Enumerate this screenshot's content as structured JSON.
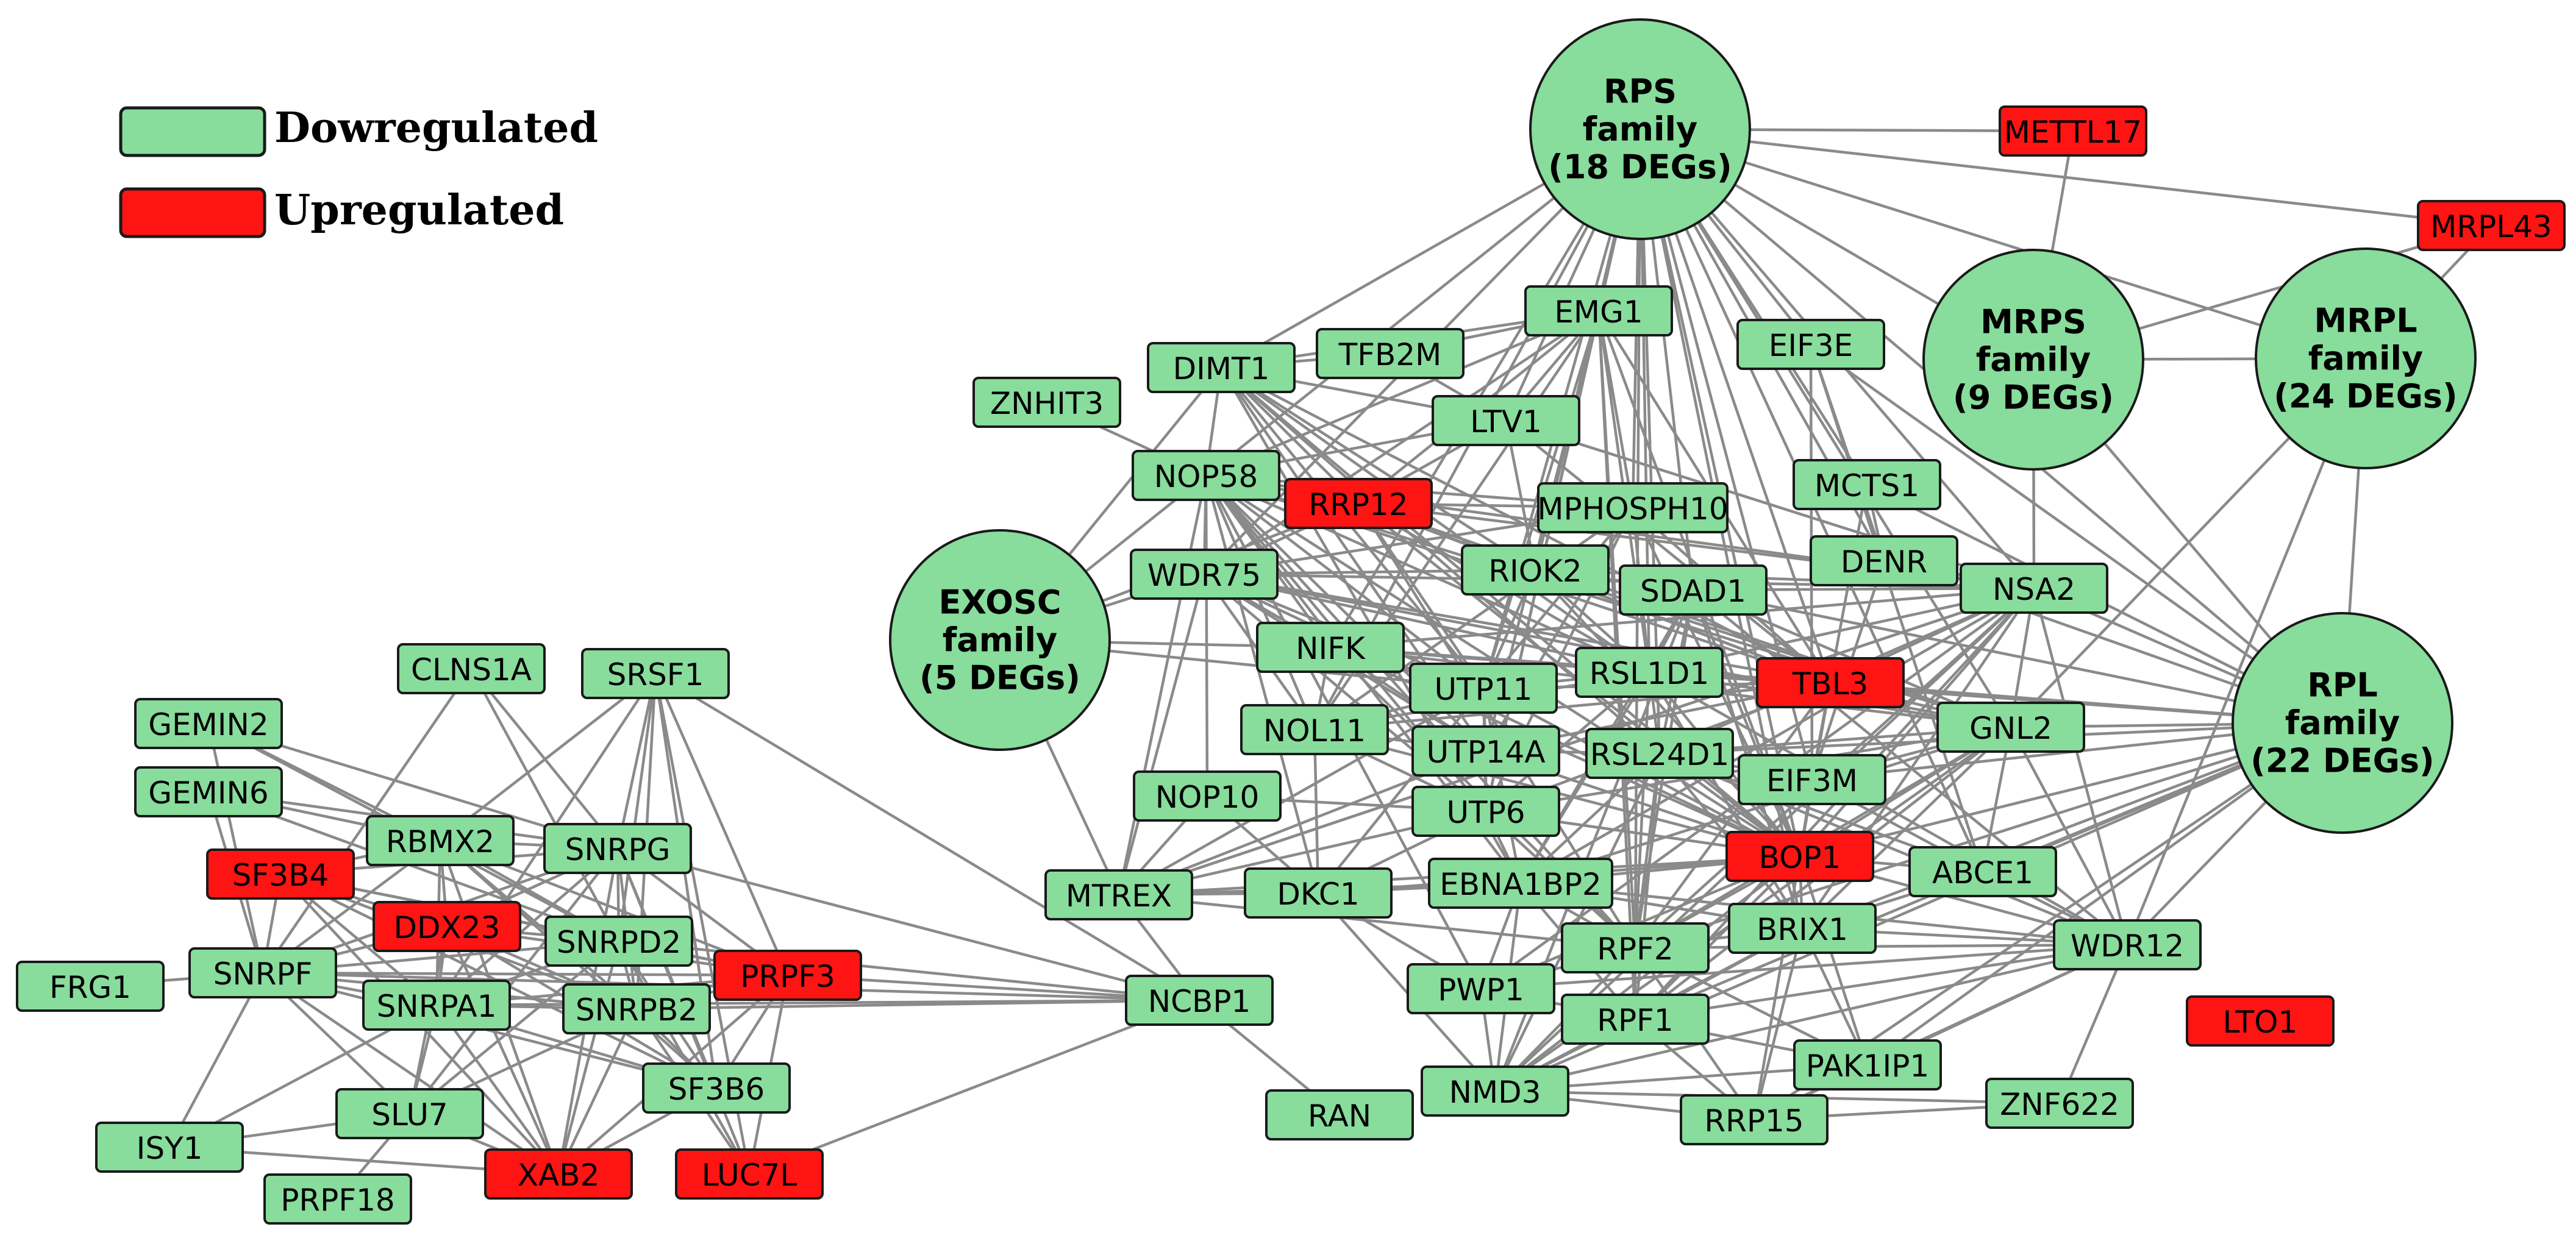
{
  "colors": {
    "down": "#88dc9c",
    "up": "#ff1414",
    "edge": "#8a8a8a"
  },
  "legend": [
    {
      "key": "down",
      "label": "Dowregulated"
    },
    {
      "key": "up",
      "label": "Upregulated"
    }
  ],
  "families": [
    {
      "id": "RPS",
      "lines": [
        "RPS",
        "family",
        "(18 DEGs)"
      ],
      "reg": "down"
    },
    {
      "id": "MRPS",
      "lines": [
        "MRPS",
        "family",
        "(9 DEGs)"
      ],
      "reg": "down"
    },
    {
      "id": "MRPL",
      "lines": [
        "MRPL",
        "family",
        "(24 DEGs)"
      ],
      "reg": "down"
    },
    {
      "id": "EXOSC",
      "lines": [
        "EXOSC",
        "family",
        "(5 DEGs)"
      ],
      "reg": "down"
    },
    {
      "id": "RPL",
      "lines": [
        "RPL",
        "family",
        "(22 DEGs)"
      ],
      "reg": "down"
    }
  ],
  "genes": [
    {
      "id": "METTL17",
      "reg": "up"
    },
    {
      "id": "MRPL43",
      "reg": "up"
    },
    {
      "id": "EMG1",
      "reg": "down"
    },
    {
      "id": "EIF3E",
      "reg": "down"
    },
    {
      "id": "DIMT1",
      "reg": "down"
    },
    {
      "id": "TFB2M",
      "reg": "down"
    },
    {
      "id": "ZNHIT3",
      "reg": "down"
    },
    {
      "id": "LTV1",
      "reg": "down"
    },
    {
      "id": "NOP58",
      "reg": "down"
    },
    {
      "id": "RRP12",
      "reg": "up"
    },
    {
      "id": "MPHOSPH10",
      "reg": "down"
    },
    {
      "id": "MCTS1",
      "reg": "down"
    },
    {
      "id": "DENR",
      "reg": "down"
    },
    {
      "id": "WDR75",
      "reg": "down"
    },
    {
      "id": "RIOK2",
      "reg": "down"
    },
    {
      "id": "SDAD1",
      "reg": "down"
    },
    {
      "id": "NSA2",
      "reg": "down"
    },
    {
      "id": "NIFK",
      "reg": "down"
    },
    {
      "id": "UTP11",
      "reg": "down"
    },
    {
      "id": "RSL1D1",
      "reg": "down"
    },
    {
      "id": "TBL3",
      "reg": "up"
    },
    {
      "id": "NOL11",
      "reg": "down"
    },
    {
      "id": "UTP14A",
      "reg": "down"
    },
    {
      "id": "RSL24D1",
      "reg": "down"
    },
    {
      "id": "GNL2",
      "reg": "down"
    },
    {
      "id": "EIF3M",
      "reg": "down"
    },
    {
      "id": "NOP10",
      "reg": "down"
    },
    {
      "id": "UTP6",
      "reg": "down"
    },
    {
      "id": "BOP1",
      "reg": "up"
    },
    {
      "id": "ABCE1",
      "reg": "down"
    },
    {
      "id": "MTREX",
      "reg": "down"
    },
    {
      "id": "DKC1",
      "reg": "down"
    },
    {
      "id": "EBNA1BP2",
      "reg": "down"
    },
    {
      "id": "RPF2",
      "reg": "down"
    },
    {
      "id": "BRIX1",
      "reg": "down"
    },
    {
      "id": "WDR12",
      "reg": "down"
    },
    {
      "id": "NCBP1",
      "reg": "down"
    },
    {
      "id": "PWP1",
      "reg": "down"
    },
    {
      "id": "RPF1",
      "reg": "down"
    },
    {
      "id": "LTO1",
      "reg": "up"
    },
    {
      "id": "PAK1IP1",
      "reg": "down"
    },
    {
      "id": "RAN",
      "reg": "down"
    },
    {
      "id": "NMD3",
      "reg": "down"
    },
    {
      "id": "RRP15",
      "reg": "down"
    },
    {
      "id": "ZNF622",
      "reg": "down"
    },
    {
      "id": "CLNS1A",
      "reg": "down"
    },
    {
      "id": "SRSF1",
      "reg": "down"
    },
    {
      "id": "GEMIN2",
      "reg": "down"
    },
    {
      "id": "GEMIN6",
      "reg": "down"
    },
    {
      "id": "RBMX2",
      "reg": "down"
    },
    {
      "id": "SNRPG",
      "reg": "down"
    },
    {
      "id": "SF3B4",
      "reg": "up"
    },
    {
      "id": "DDX23",
      "reg": "up"
    },
    {
      "id": "SNRPD2",
      "reg": "down"
    },
    {
      "id": "FRG1",
      "reg": "down"
    },
    {
      "id": "SNRPF",
      "reg": "down"
    },
    {
      "id": "PRPF3",
      "reg": "up"
    },
    {
      "id": "SNRPA1",
      "reg": "down"
    },
    {
      "id": "SNRPB2",
      "reg": "down"
    },
    {
      "id": "SF3B6",
      "reg": "down"
    },
    {
      "id": "SLU7",
      "reg": "down"
    },
    {
      "id": "ISY1",
      "reg": "down"
    },
    {
      "id": "XAB2",
      "reg": "up"
    },
    {
      "id": "LUC7L",
      "reg": "up"
    },
    {
      "id": "PRPF18",
      "reg": "down"
    }
  ]
}
